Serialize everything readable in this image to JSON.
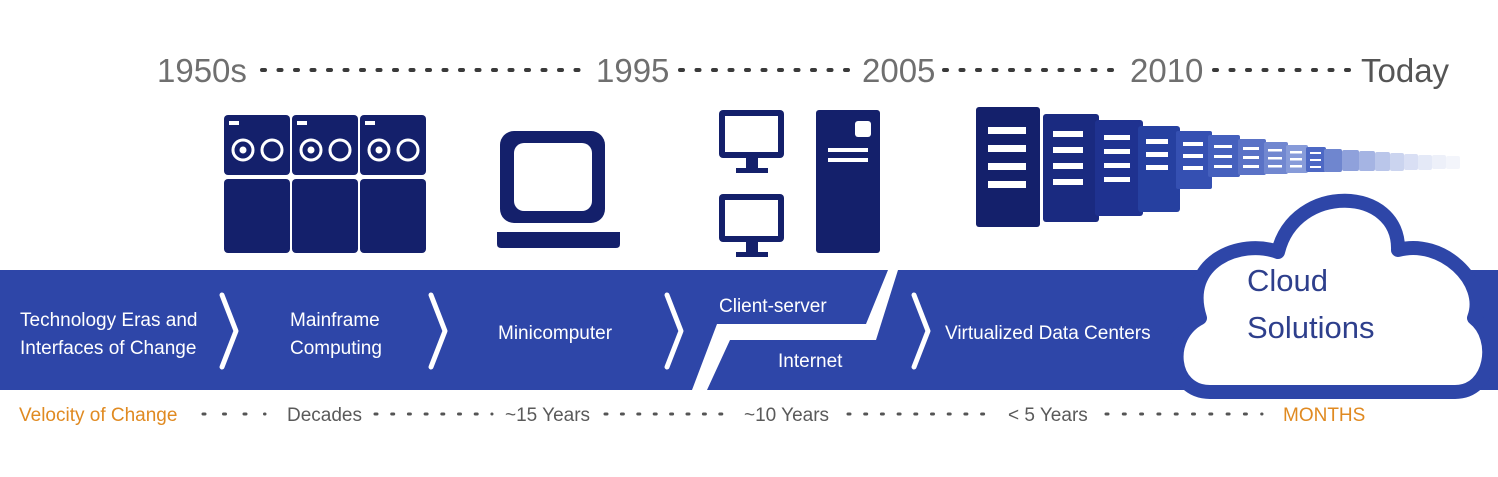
{
  "timeline": {
    "eras": [
      "1950s",
      "1995",
      "2005",
      "2010",
      "Today"
    ]
  },
  "band": {
    "intro_line1": "Technology Eras and",
    "intro_line2": "Interfaces of Change",
    "mainframe_line1": "Mainframe",
    "mainframe_line2": "Computing",
    "minicomputer": "Minicomputer",
    "client_server": "Client-server",
    "internet": "Internet",
    "virtualized": "Virtualized Data Centers",
    "cloud_line1": "Cloud",
    "cloud_line2": "Solutions"
  },
  "velocity": {
    "label": "Velocity of Change",
    "decades": "Decades",
    "fifteen": "~15 Years",
    "ten": "~10 Years",
    "five": "< 5 Years",
    "months": "MONTHS"
  },
  "colors": {
    "band": "#2e46a8",
    "icon": "#14206b",
    "accent": "#e08a21",
    "era_text": "#6f6f6f"
  },
  "icons": [
    "mainframe-cabinet-icon",
    "crt-terminal-icon",
    "desktop-monitor-icon",
    "tower-server-icon",
    "server-rack-icon",
    "cloud-icon"
  ]
}
